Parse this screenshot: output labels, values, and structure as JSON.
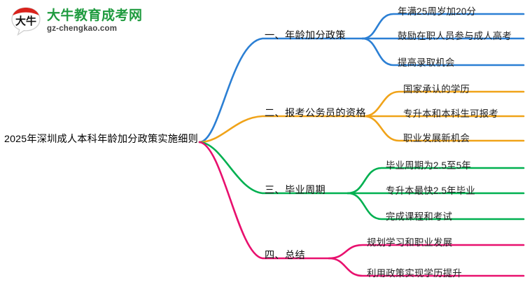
{
  "logo": {
    "mark_name": "daniu-speech-bubble-logo",
    "title": "大牛教育成考网",
    "subtitle": "gz-chengkao.com",
    "mark_text": "大牛",
    "title_color": "#1f9b3f",
    "mark_color": "#d9221c"
  },
  "mindmap": {
    "center": {
      "label": "2025年深圳成人本科年龄加分政策实施细则"
    },
    "branches": [
      {
        "label": "一、年龄加分政策",
        "color": "#2b7fd4",
        "leaves": [
          "年满25周岁加20分",
          "鼓励在职人员参与成人高考",
          "提高录取机会"
        ]
      },
      {
        "label": "二、报考公务员的资格",
        "color": "#f0a319",
        "leaves": [
          "国家承认的学历",
          "专升本和本科生可报考",
          "职业发展新机会"
        ]
      },
      {
        "label": "三、毕业周期",
        "color": "#00b050",
        "leaves": [
          "毕业周期为2.5至5年",
          "专升本最快2.5年毕业",
          "完成课程和考试"
        ]
      },
      {
        "label": "四、总结",
        "color": "#e8106e",
        "leaves": [
          "规划学习和职业发展",
          "利用政策实现学历提升"
        ]
      }
    ]
  }
}
